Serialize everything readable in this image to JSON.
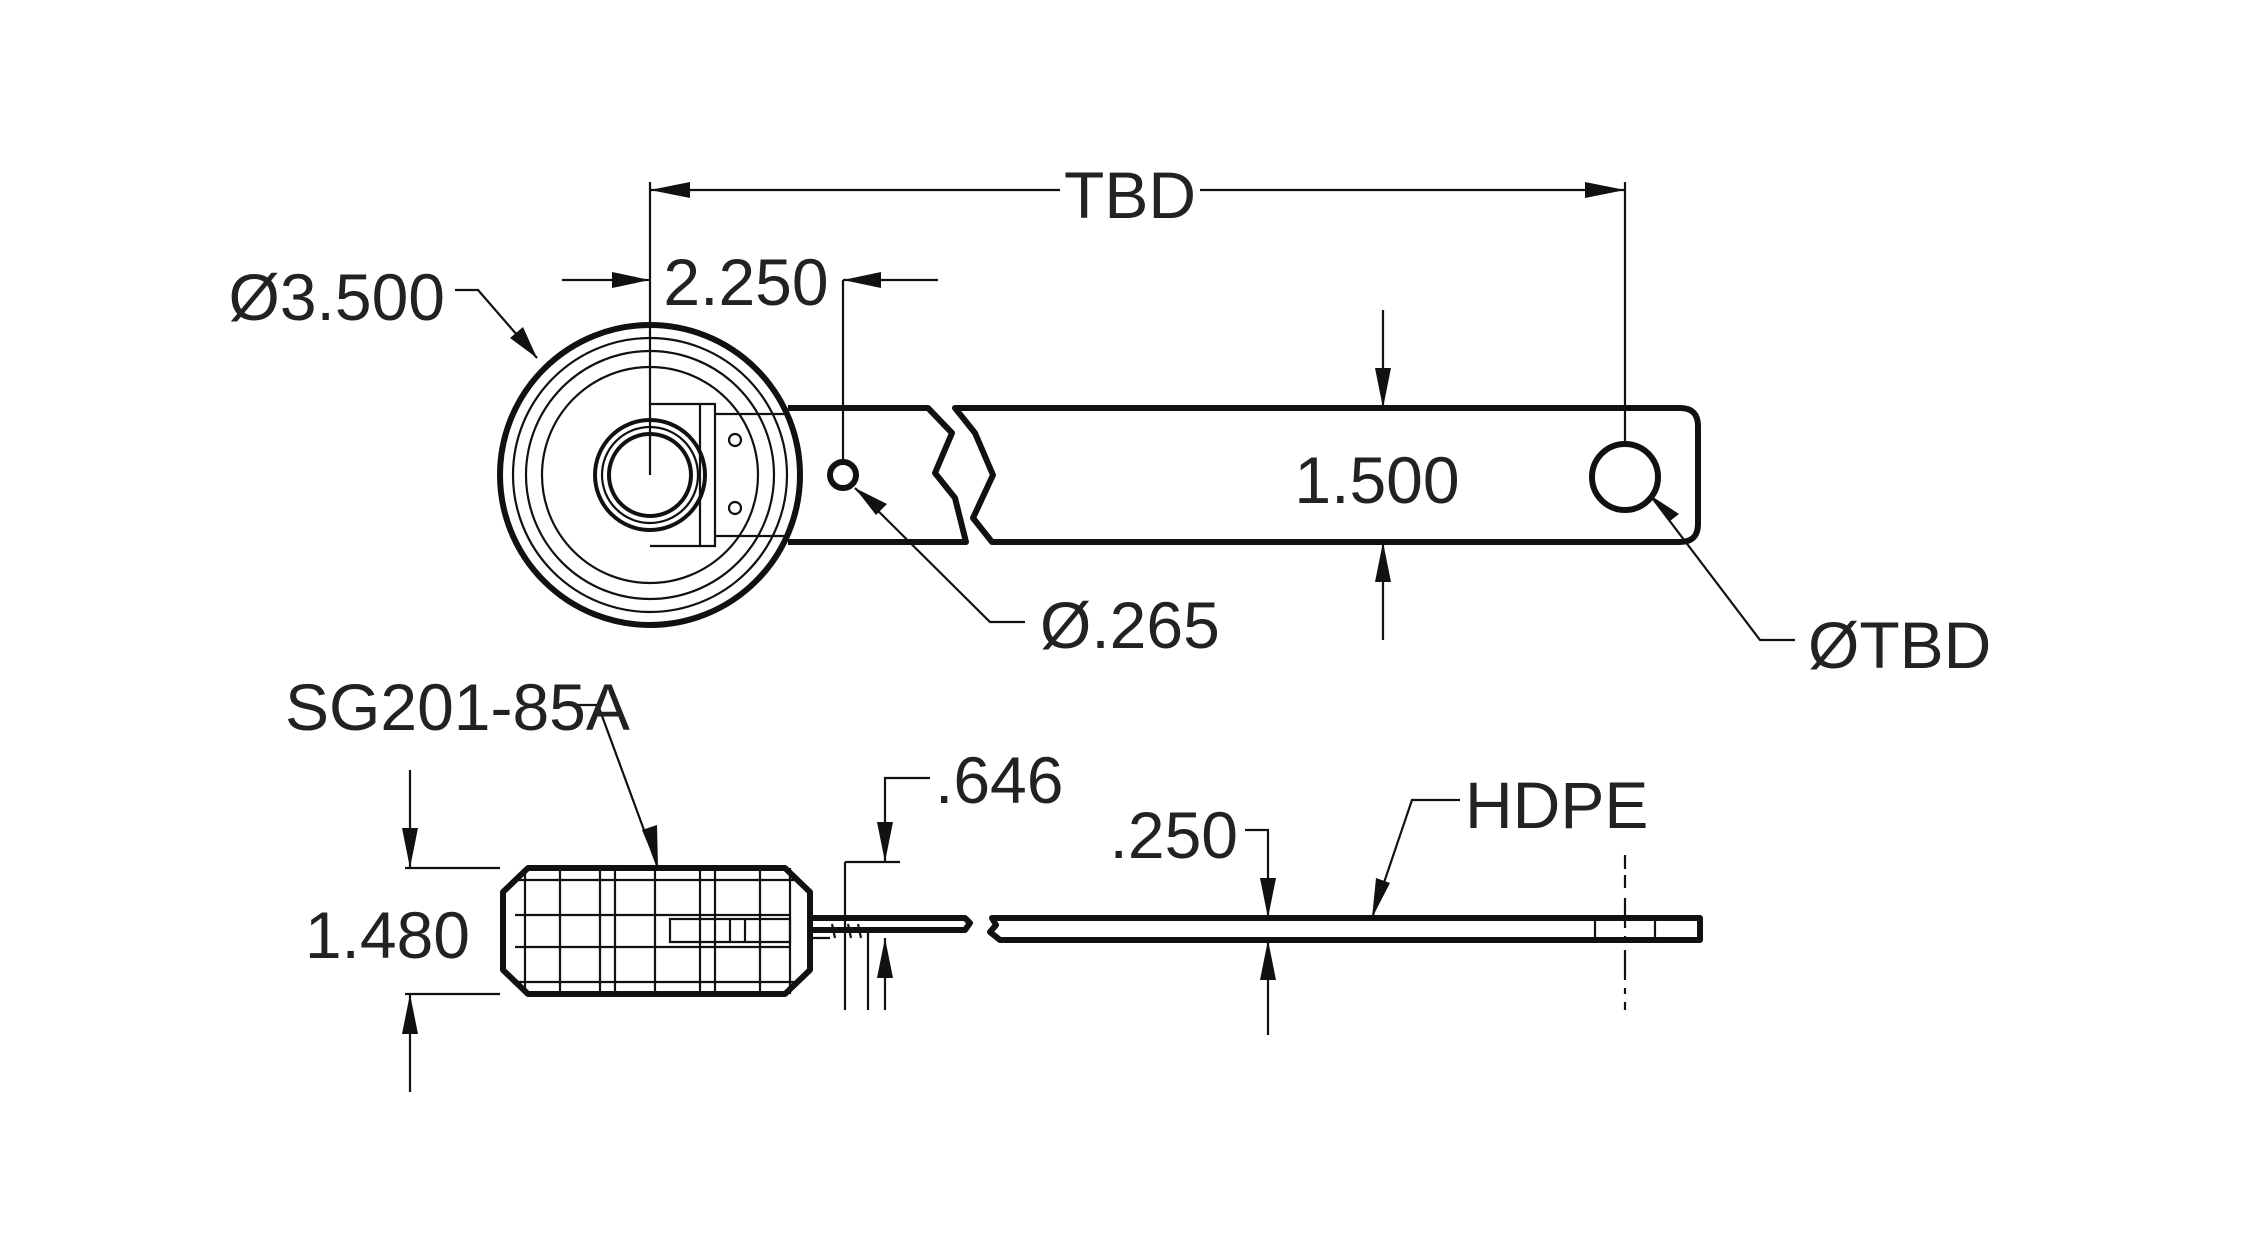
{
  "labels": {
    "overall_length": "TBD",
    "wheel_diameter": "Ø3.500",
    "hole_offset": "2.250",
    "arm_width": "1.500",
    "small_hole_diameter": "Ø.265",
    "end_hole_diameter": "ØTBD",
    "wheel_part_number": "SG201-85A",
    "wheel_width": "1.480",
    "hub_thickness": ".646",
    "arm_thickness": ".250",
    "arm_material": "HDPE"
  }
}
